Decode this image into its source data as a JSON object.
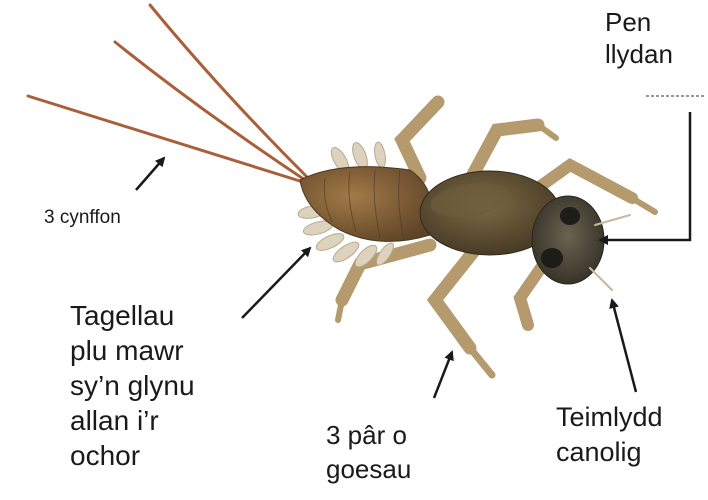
{
  "labels": {
    "head": [
      "Pen",
      "llydan"
    ],
    "tails": [
      "3 cynffon"
    ],
    "gills": [
      "Tagellau",
      "plu mawr",
      "sy’n glynu",
      "allan i’r",
      "ochor"
    ],
    "legs": [
      "3 pâr o",
      "goesau"
    ],
    "antenna": [
      "Teimlydd",
      "canolig"
    ]
  },
  "colors": {
    "label_text": "#1a1a1a",
    "arrow": "#1a1a1a",
    "tail": "#a9603a",
    "abdomen": "#7a5a33",
    "thorax": "#5b4a30",
    "legs": "#b49a6c",
    "gills": "#ddd2bd",
    "head": "#4a4636"
  }
}
